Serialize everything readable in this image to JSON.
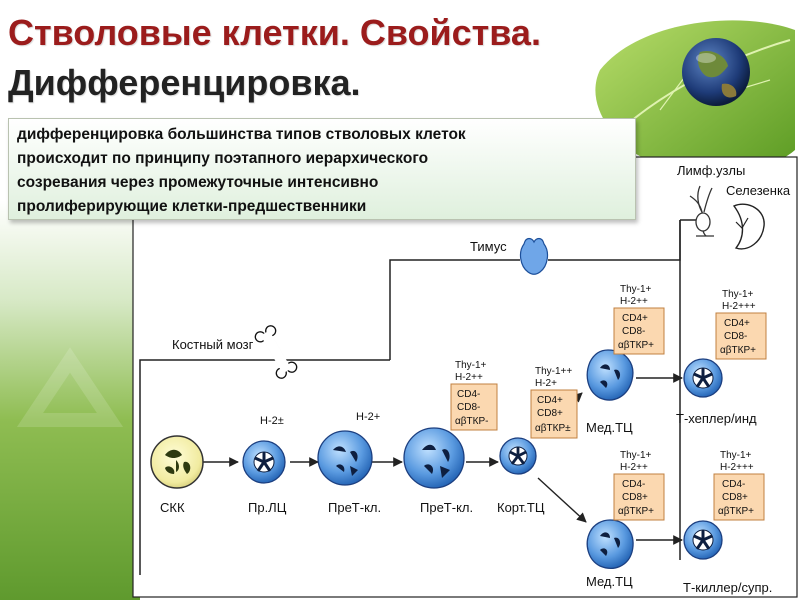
{
  "title": {
    "line1": "Стволовые клетки. Свойства.",
    "line2": "Дифференцировка."
  },
  "description": [
    "дифференцировка большинства типов стволовых клеток",
    "происходит по принципу поэтапного иерархического",
    "созревания через промежуточные интенсивно",
    "пролиферирующие клетки-предшественники"
  ],
  "organs": {
    "bone_marrow": "Костный мозг",
    "thymus": "Тимус",
    "lymph_nodes": "Лимф.узлы",
    "spleen": "Селезенка"
  },
  "cells": {
    "skk": "СКК",
    "pr_lc": "Пр.ЛЦ",
    "pret1": "ПреТ-кл.",
    "pret2": "ПреТ-кл.",
    "kort": "Корт.ТЦ",
    "med_top": "Мед.ТЦ",
    "med_bottom": "Мед.ТЦ",
    "helper": "Т-хеплер/инд",
    "killer": "Т-киллер/супр."
  },
  "markers": {
    "h2_plusminus": "Н-2±",
    "h2_plus": "Н-2+",
    "pret2_top": [
      "Thy-1+",
      "H-2++"
    ],
    "pret2_box": [
      "CD4-",
      "CD8-",
      "αβТКР-"
    ],
    "kort_top": [
      "Thy-1++",
      "H-2+"
    ],
    "kort_box": [
      "CD4+",
      "CD8+",
      "αβТКР±"
    ],
    "med_top_top": [
      "Thy-1+",
      "H-2++"
    ],
    "med_top_box": [
      "CD4+",
      "CD8-",
      "αβТКР+"
    ],
    "helper_top": [
      "Thy-1+",
      "H-2+++"
    ],
    "helper_box": [
      "CD4+",
      "CD8-",
      "αβТКР+"
    ],
    "med_bot_top": [
      "Thy-1+",
      "H-2++"
    ],
    "med_bot_box": [
      "CD4-",
      "CD8+",
      "αβТКР+"
    ],
    "killer_top": [
      "Thy-1+",
      "H-2+++"
    ],
    "killer_box": [
      "CD4-",
      "CD8+",
      "αβТКР+"
    ]
  },
  "colors": {
    "title": "#9b1c1c",
    "cell_fill": "#2f6fc0",
    "marker_box": "#fbd8b0",
    "background_green": "#7fb13f"
  },
  "icons": [
    "leaf-globe-icon",
    "bone-icon",
    "thymus-icon",
    "lymph-node-icon",
    "spleen-icon"
  ]
}
